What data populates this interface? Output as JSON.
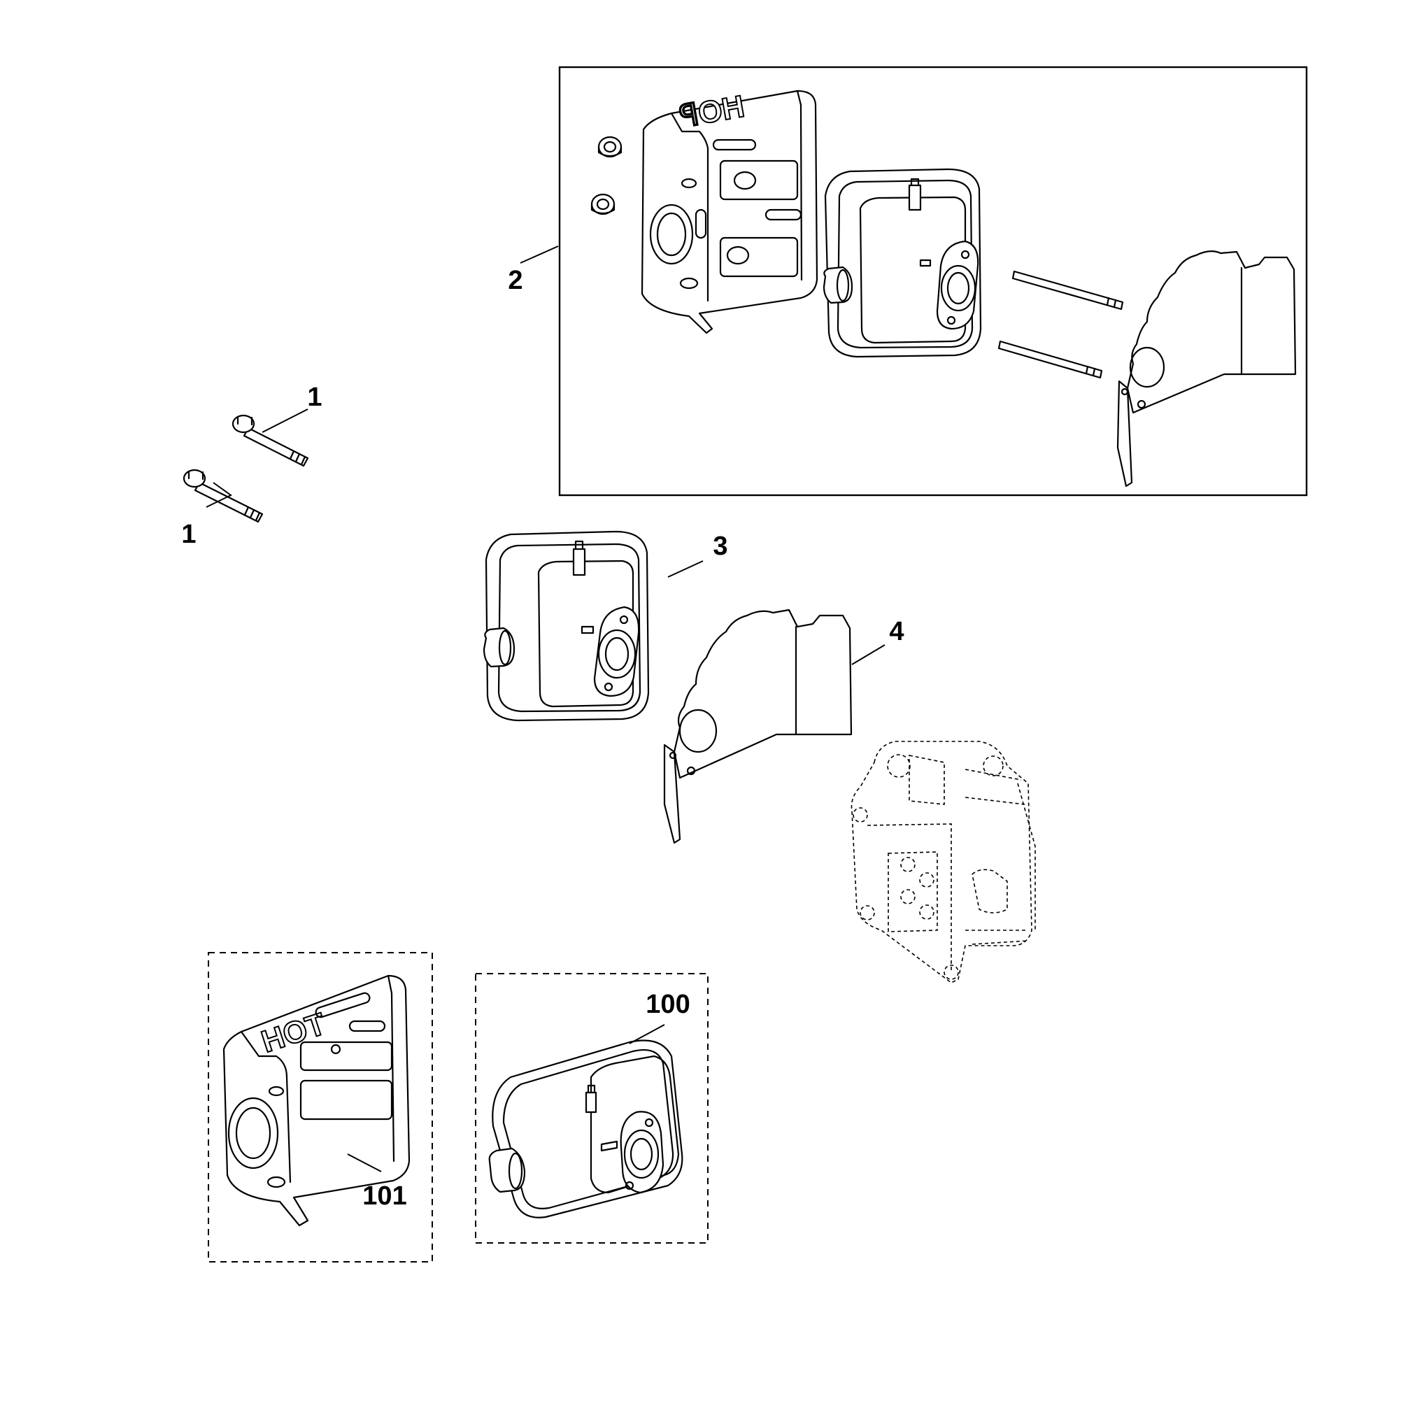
{
  "callouts": {
    "bolt_upper": "1",
    "bolt_lower": "1",
    "kit": "2",
    "muffler": "3",
    "heat_shield": "4",
    "muffler_optional": "100",
    "guard_optional": "101"
  },
  "guard_logo": "HOT"
}
